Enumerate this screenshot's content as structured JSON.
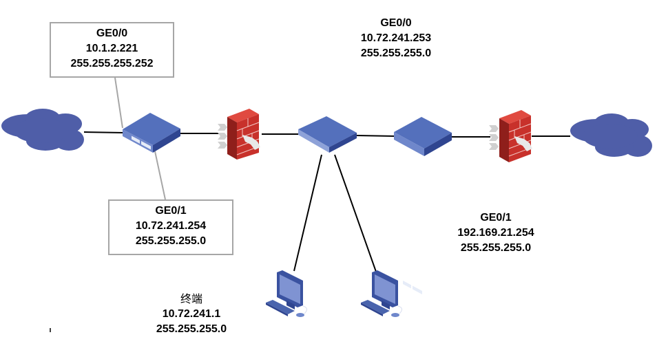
{
  "colors": {
    "device_blue": "#4a64ad",
    "device_blue_dark": "#2f4590",
    "device_blue_top": "#5470bc",
    "firewall_red": "#c8312b",
    "firewall_red_dark": "#8f1f1b",
    "cloud_blue": "#4f5ea8",
    "link_black": "#000000",
    "callout_gray": "#a6a6a6"
  },
  "nodes": [
    {
      "id": "cloud-left",
      "type": "cloud-icon"
    },
    {
      "id": "router-left",
      "type": "router-icon"
    },
    {
      "id": "firewall-left",
      "type": "firewall-icon"
    },
    {
      "id": "switch-center",
      "type": "switch-icon"
    },
    {
      "id": "router-right",
      "type": "router-icon"
    },
    {
      "id": "firewall-right",
      "type": "firewall-icon"
    },
    {
      "id": "cloud-right",
      "type": "cloud-icon"
    },
    {
      "id": "pc-left",
      "type": "computer-icon"
    },
    {
      "id": "pc-right",
      "type": "computer-icon"
    }
  ],
  "labels": {
    "left_ge00": {
      "interface": "GE0/0",
      "ip": "10.1.2.221",
      "mask": "255.255.255.252"
    },
    "left_ge01": {
      "interface": "GE0/1",
      "ip": "10.72.241.254",
      "mask": "255.255.255.0"
    },
    "right_ge00": {
      "interface": "GE0/0",
      "ip": "10.72.241.253",
      "mask": "255.255.255.0"
    },
    "right_ge01": {
      "interface": "GE0/1",
      "ip": "192.169.21.254",
      "mask": "255.255.255.0"
    },
    "terminal": {
      "name": "终端",
      "ip": "10.72.241.1",
      "mask": "255.255.255.0"
    }
  }
}
